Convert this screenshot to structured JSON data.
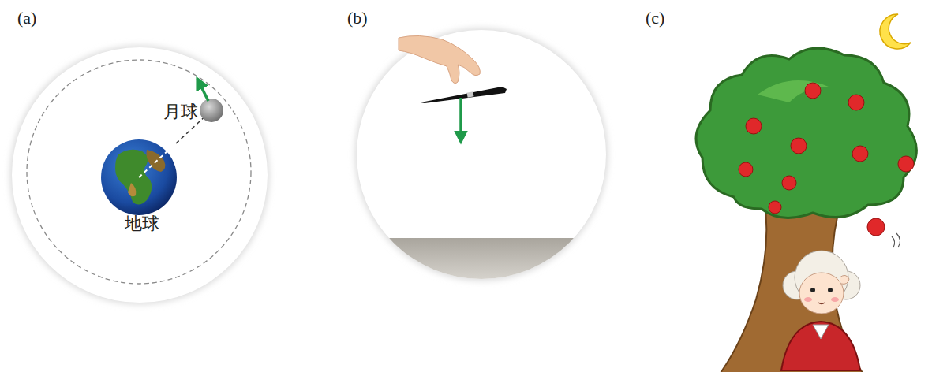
{
  "diagram": {
    "labels": [
      "(a)",
      "(b)",
      "(c)",
      "月球",
      "地球"
    ]
  }
}
